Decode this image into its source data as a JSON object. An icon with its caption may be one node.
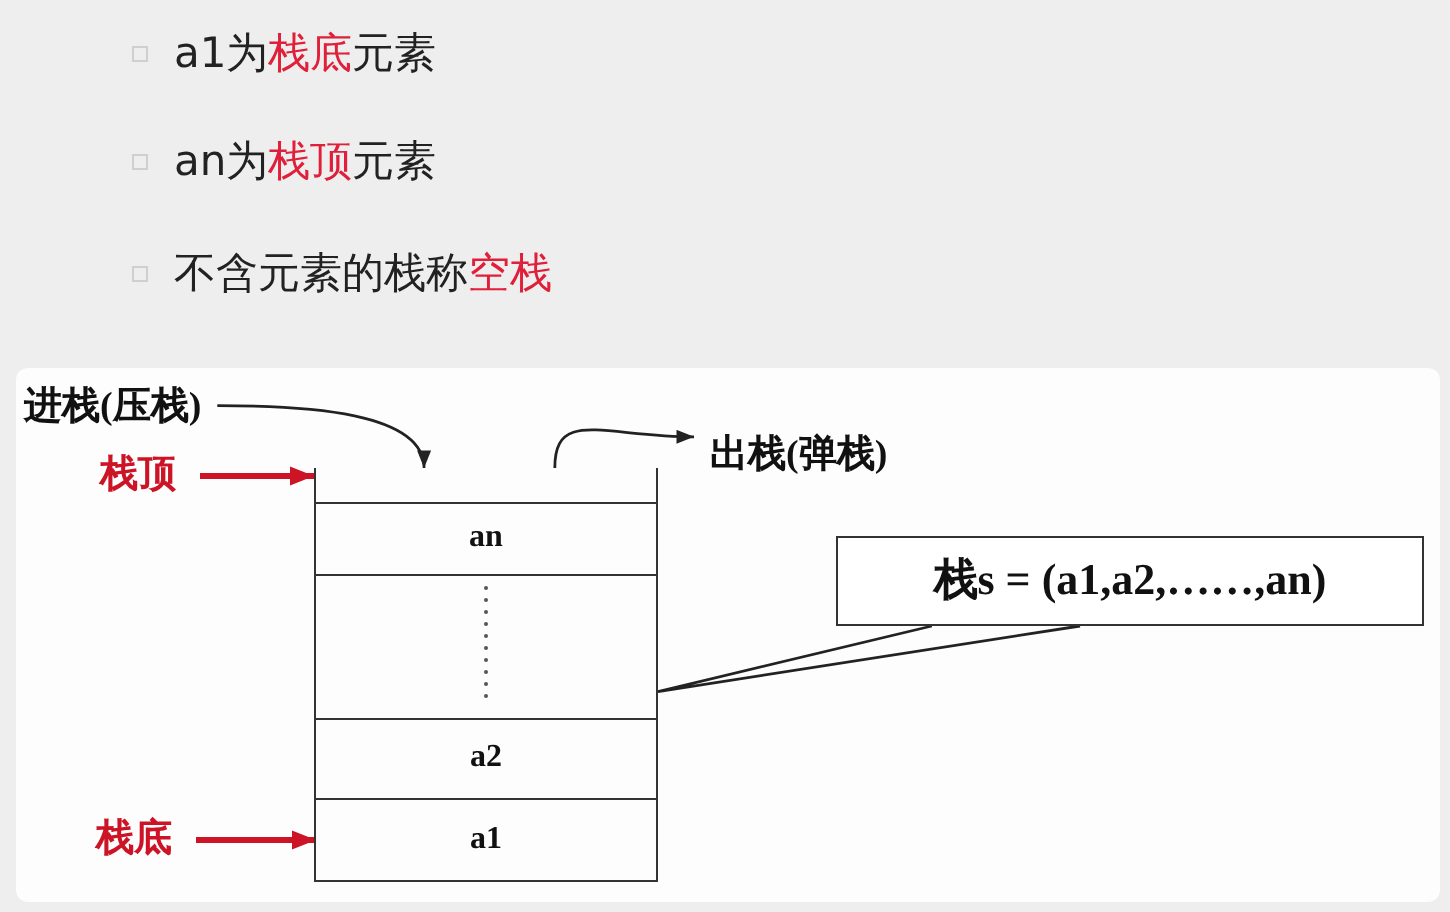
{
  "diagram": {
    "nodes": [
      {
        "text": [
          "进栈(压栈)"
        ]
      },
      {
        "text": [
          "出栈(弹栈)"
        ]
      },
      {
        "text": [
          "栈顶"
        ]
      },
      {
        "text": [],
        "shape": "box"
      },
      {
        "text": [
          "an"
        ],
        "in": 3
      },
      {
        "text": [],
        "shape": "box",
        "in": 3
      },
      {
        "text": [
          "a2"
        ],
        "in": 3
      },
      {
        "text": [
          "a1"
        ],
        "in": 3
      },
      {
        "text": [
          "栈底"
        ]
      },
      {
        "text": [
          "栈s = (a1,a2,……,an)"
        ]
      }
    ],
    "edges": [
      {
        "from": 0,
        "to": 3,
        "arrow": "to"
      },
      {
        "from": 3,
        "to": 1,
        "arrow": "to"
      },
      {
        "from": 2,
        "to": 3,
        "arrow": "to",
        "style": "thick",
        "color": "#cc1426"
      },
      {
        "from": 8,
        "to": 7,
        "arrow": "to",
        "style": "thick",
        "color": "#cc1426"
      },
      {
        "from": 9,
        "to": 3,
        "arrow": "none"
      }
    ],
    "labels": [
      "a1为**栈底**元素",
      "an为**栈顶**元素",
      "不含元素的栈称**空栈**"
    ]
  }
}
